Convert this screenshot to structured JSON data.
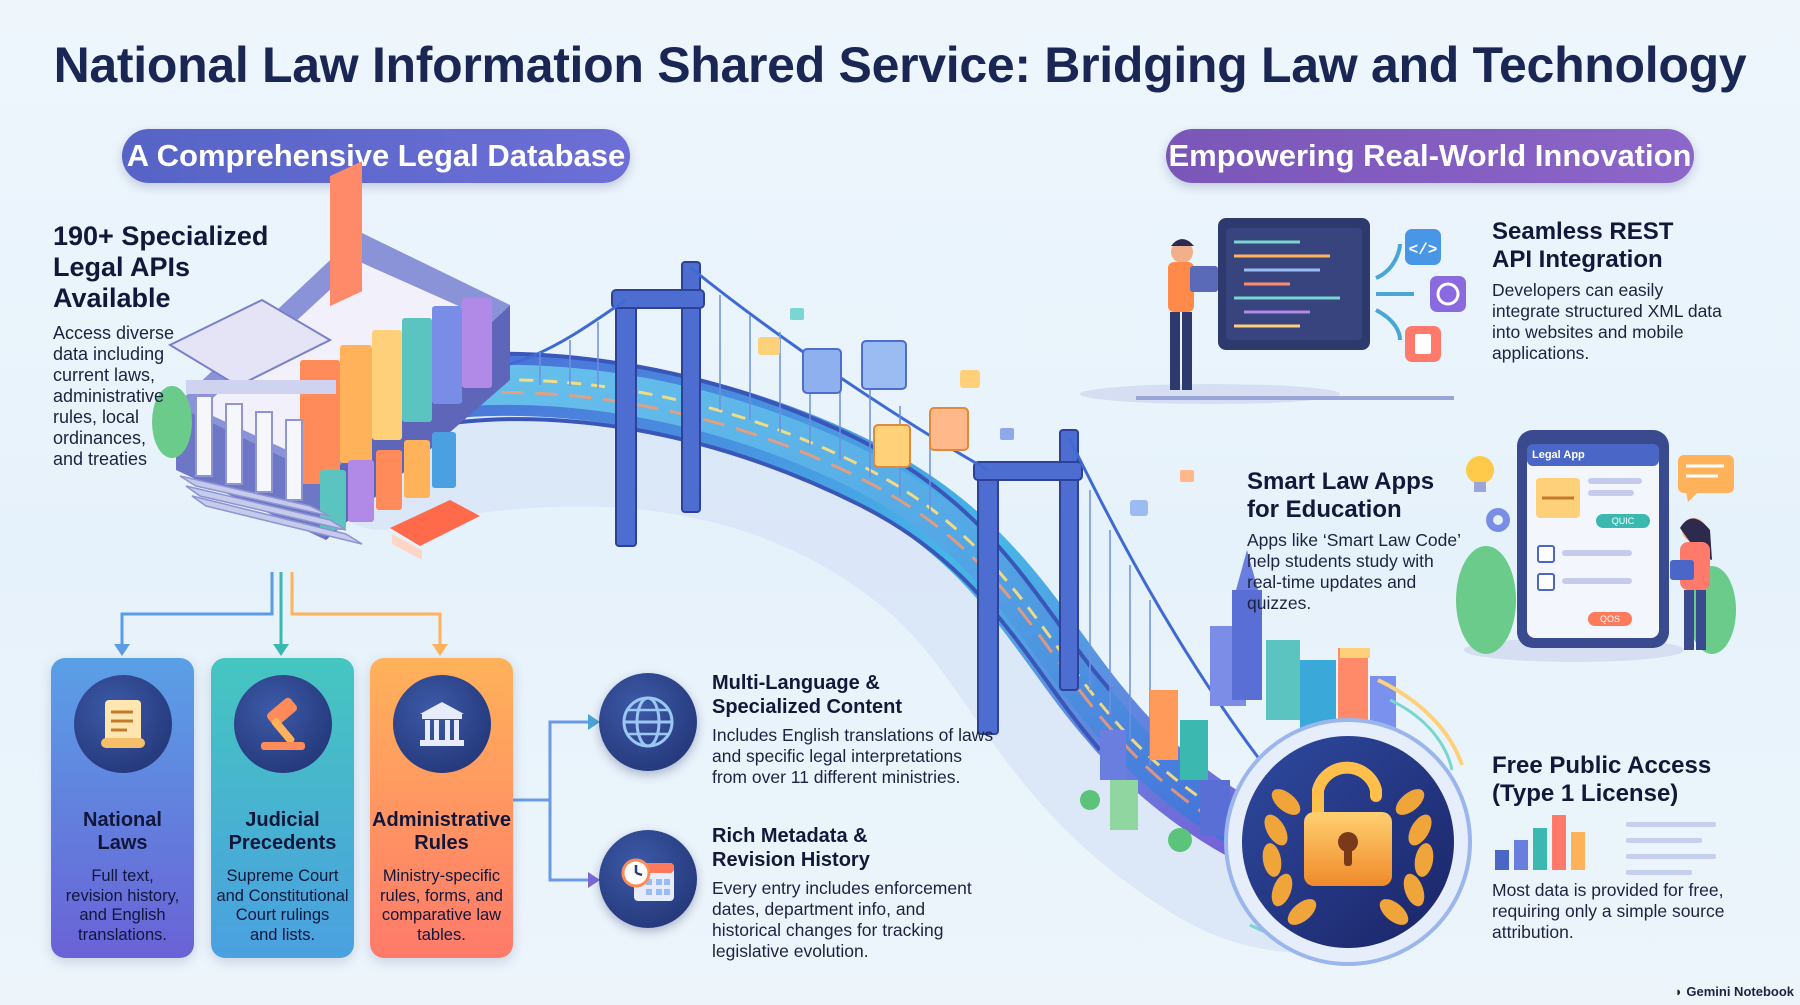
{
  "title": "National Law Information Shared Service: Bridging Law and Technology",
  "left_section": {
    "pill": "A Comprehensive Legal Database",
    "headline": [
      "190+ Specialized",
      "Legal APIs",
      "Available"
    ],
    "description": [
      "Access diverse",
      "data including",
      "current laws,",
      "administrative",
      "rules, local",
      "ordinances,",
      "and treaties"
    ],
    "cards": [
      {
        "title": [
          "National",
          "Laws"
        ],
        "body": [
          "Full text,",
          "revision history,",
          "and English",
          "translations."
        ],
        "color_top": "#5aa0e6",
        "color_bottom": "#6a62d6",
        "icon": "scroll-icon"
      },
      {
        "title": [
          "Judicial",
          "Precedents"
        ],
        "body": [
          "Supreme Court",
          "and Constitutional",
          "Court rulings",
          "and lists."
        ],
        "color_top": "#45c6c0",
        "color_bottom": "#4aa0e0",
        "icon": "gavel-icon"
      },
      {
        "title": [
          "Administrative",
          "Rules"
        ],
        "body": [
          "Ministry-specific",
          "rules, forms, and",
          "comparative law",
          "tables."
        ],
        "color_top": "#ffb25a",
        "color_bottom": "#ff7a6a",
        "icon": "government-building-icon"
      }
    ]
  },
  "middle_features": [
    {
      "title": [
        "Multi-Language &",
        "Specialized Content"
      ],
      "body": [
        "Includes English translations of laws",
        "and specific legal interpretations",
        "from over 11 different ministries."
      ],
      "icon": "globe-icon"
    },
    {
      "title": [
        "Rich Metadata &",
        "Revision History"
      ],
      "body": [
        "Every entry includes enforcement",
        "dates, department info, and",
        "historical changes for tracking",
        "legislative evolution."
      ],
      "icon": "calendar-clock-icon"
    }
  ],
  "right_section": {
    "pill": "Empowering Real-World Innovation",
    "features": [
      {
        "title": [
          "Seamless REST",
          "API Integration"
        ],
        "body": [
          "Developers can easily",
          "integrate structured XML data",
          "into websites and mobile",
          "applications."
        ]
      },
      {
        "title": [
          "Smart Law Apps",
          "for Education"
        ],
        "body": [
          "Apps like ‘Smart Law Code’",
          "help students study with",
          "real-time updates and",
          "quizzes."
        ]
      },
      {
        "title": [
          "Free Public Access",
          "(Type 1 License)"
        ],
        "body": [
          "Most data is provided for free,",
          "requiring only a simple source",
          "attribution."
        ]
      }
    ],
    "phone": {
      "app_label": "Legal App",
      "quiz_button": "QUIC",
      "bottom_button": "QOS"
    }
  },
  "footer": "Gemini Notebook",
  "colors": {
    "title": "#1a2654",
    "pill_left": "#5664c6",
    "pill_right": "#7a56b8",
    "bridge": "#3f63c8",
    "accent": "#2a3d84"
  }
}
